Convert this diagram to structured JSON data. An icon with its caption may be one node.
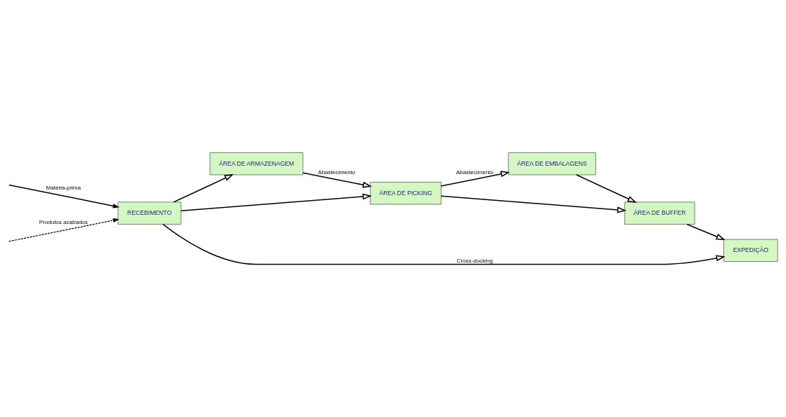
{
  "diagram": {
    "nodes": [
      {
        "text": [
          "ÁREA DE ARMAZENAGEM"
        ]
      },
      {
        "text": [
          "ÁREA DE PICKING"
        ]
      },
      {
        "text": [
          "ÁREA DE EMBALAGENS"
        ]
      },
      {
        "text": [
          "ÁREA DE BUFFER"
        ]
      },
      {
        "text": [
          "RECEBIMENTO"
        ]
      },
      {
        "text": [
          "EXPEDIÇÃO"
        ]
      }
    ],
    "edges": [
      {
        "from": 0,
        "to": 1,
        "arrow": "to",
        "label": "Abastecimento"
      },
      {
        "from": 1,
        "to": 2,
        "arrow": "to",
        "label": "Abastecimento"
      },
      {
        "from": 4,
        "to": 0,
        "arrow": "to"
      },
      {
        "from": 4,
        "to": 1,
        "arrow": "to"
      },
      {
        "from": 4,
        "to": 5,
        "arrow": "to",
        "label": "Cross-docking"
      },
      {
        "from": 1,
        "to": 3,
        "arrow": "to"
      },
      {
        "from": 2,
        "to": 3,
        "arrow": "to"
      },
      {
        "from": 3,
        "to": 5,
        "arrow": "to"
      },
      {
        "from": null,
        "to": 4,
        "arrow": "to",
        "label": "Matéria-prima"
      },
      {
        "from": null,
        "to": 4,
        "arrow": "to",
        "label": "Produtos acabados",
        "style": "dashed"
      }
    ]
  }
}
